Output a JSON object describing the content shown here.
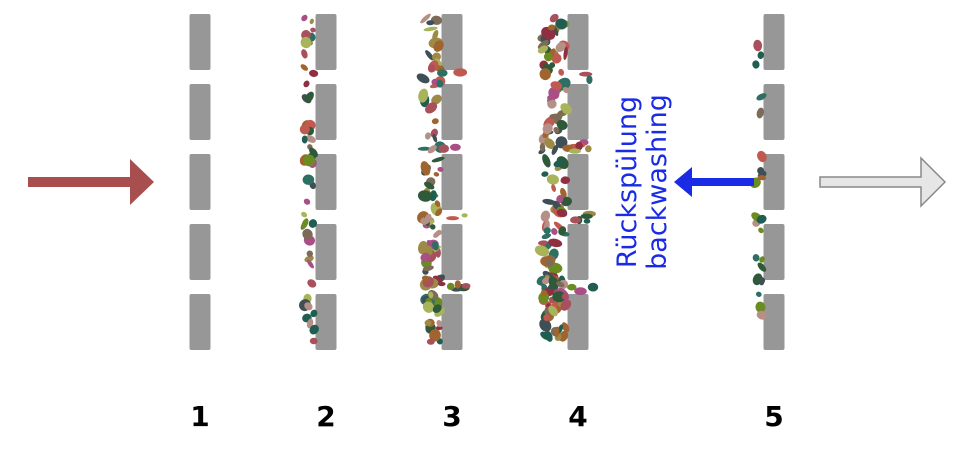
{
  "steps": [
    "1",
    "2",
    "3",
    "4",
    "5"
  ],
  "backwash": {
    "label_de": "Rückspülung",
    "label_en": "backwashing"
  },
  "colors": {
    "filter_bar": "#979797",
    "inflow_arrow": "#a84e4e",
    "backwash_arrow": "#1a2be6",
    "outflow_arrow": "#e6e6e6",
    "outflow_stroke": "#888888",
    "particles": [
      "#a8505c",
      "#6b8c21",
      "#2f6e63",
      "#9c8a46",
      "#b59086",
      "#3e4f55",
      "#8f2f40",
      "#a84f86",
      "#a0652f",
      "#a9b35a",
      "#2e5a3a",
      "#c05a50",
      "#1f5e50",
      "#7d6b58"
    ]
  },
  "arrows": [
    {
      "name": "inflow-arrow",
      "direction": "right"
    },
    {
      "name": "backwash-arrow",
      "direction": "left"
    },
    {
      "name": "outflow-arrow",
      "direction": "right"
    }
  ],
  "particle_load": [
    0,
    1,
    2,
    3,
    0.5
  ]
}
